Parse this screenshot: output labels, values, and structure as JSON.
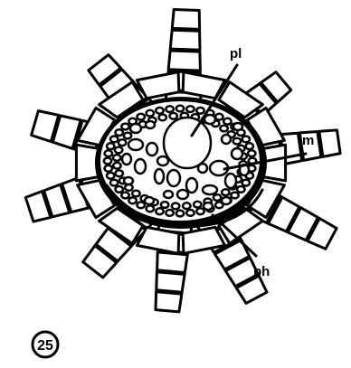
{
  "labels": {
    "pl": "pl",
    "m": "m",
    "ph": "ph"
  },
  "figure_number": "25"
}
